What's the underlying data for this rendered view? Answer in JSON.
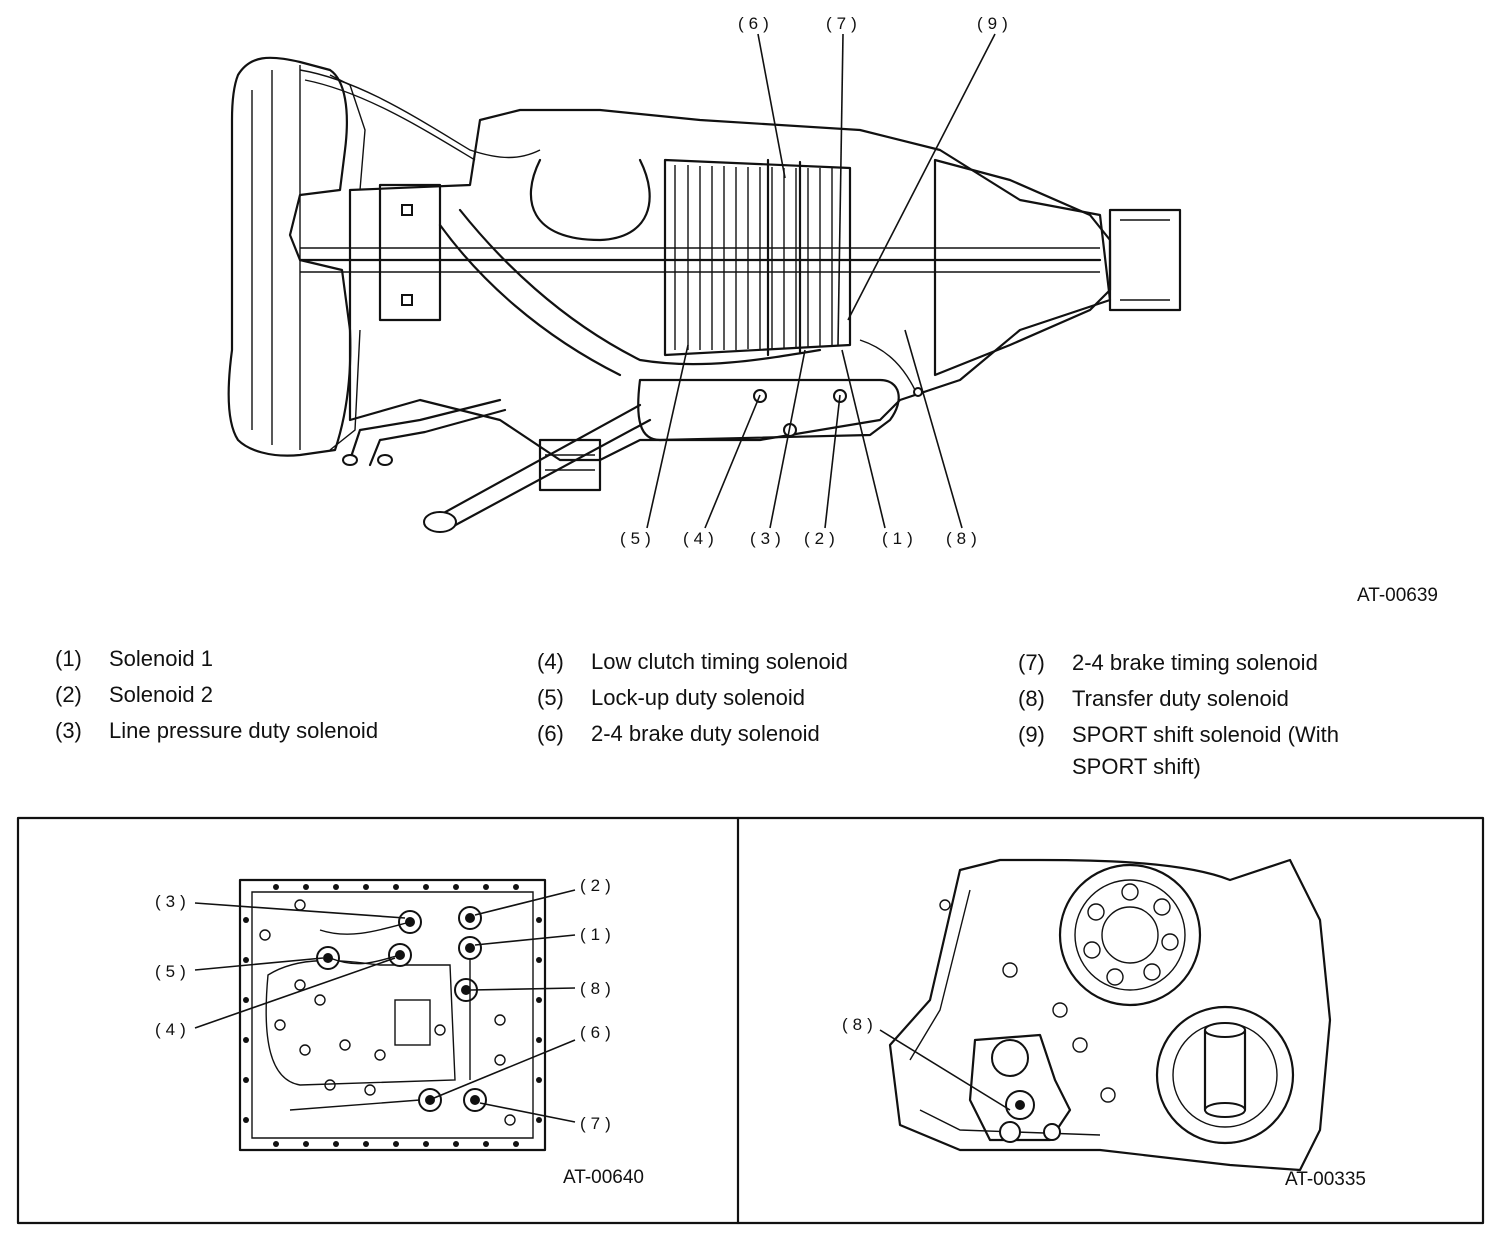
{
  "main_figure": {
    "id": "AT-00639",
    "callouts_top": [
      "(6)",
      "(7)",
      "(9)"
    ],
    "callouts_bottom": [
      "(5)",
      "(4)",
      "(3)",
      "(2)",
      "(1)",
      "(8)"
    ]
  },
  "legend": [
    {
      "num": "(1)",
      "label": "Solenoid 1"
    },
    {
      "num": "(2)",
      "label": "Solenoid 2"
    },
    {
      "num": "(3)",
      "label": "Line pressure duty solenoid"
    },
    {
      "num": "(4)",
      "label": "Low clutch timing solenoid"
    },
    {
      "num": "(5)",
      "label": "Lock-up duty solenoid"
    },
    {
      "num": "(6)",
      "label": "2-4 brake duty solenoid"
    },
    {
      "num": "(7)",
      "label": "2-4 brake timing solenoid"
    },
    {
      "num": "(8)",
      "label": "Transfer duty solenoid"
    },
    {
      "num": "(9)",
      "label": "SPORT shift solenoid (With SPORT shift)"
    }
  ],
  "left_panel": {
    "id": "AT-00640",
    "callouts": [
      "(3)",
      "(2)",
      "(1)",
      "(5)",
      "(8)",
      "(4)",
      "(6)",
      "(7)"
    ]
  },
  "right_panel": {
    "id": "AT-00335",
    "callouts": [
      "(8)"
    ]
  }
}
